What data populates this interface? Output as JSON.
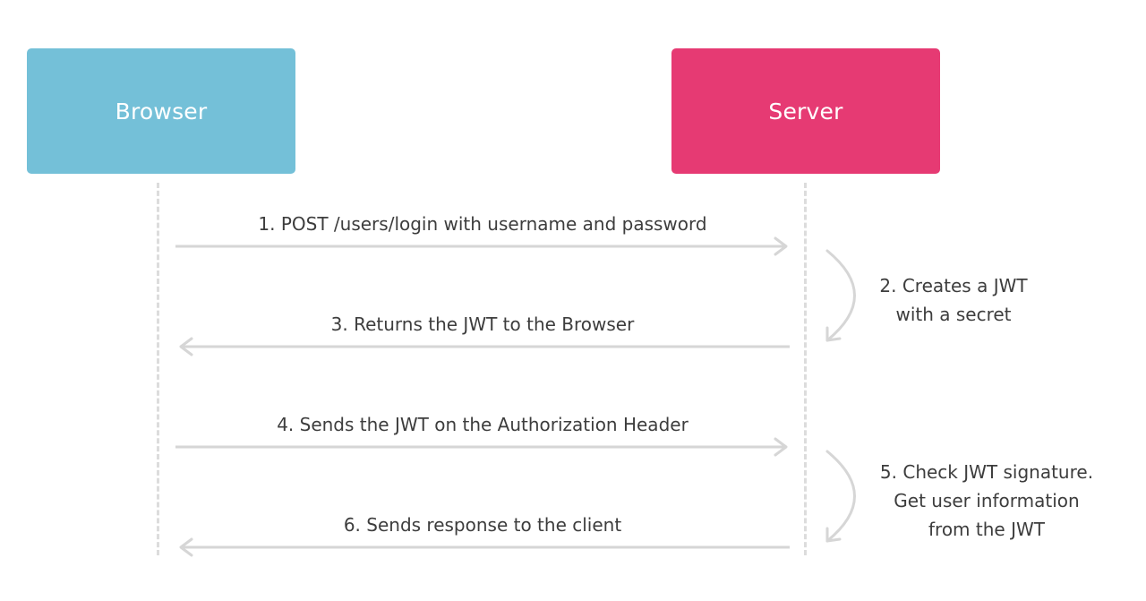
{
  "actors": {
    "browser": {
      "label": "Browser",
      "color": "#74c0d8"
    },
    "server": {
      "label": "Server",
      "color": "#e63a73"
    }
  },
  "messages": [
    {
      "label": "1. POST /users/login with username and password",
      "from": "browser",
      "to": "server"
    },
    {
      "label": "3. Returns the JWT to the Browser",
      "from": "server",
      "to": "browser"
    },
    {
      "label": "4. Sends the JWT on the Authorization Header",
      "from": "browser",
      "to": "server"
    },
    {
      "label": "6. Sends response to the client",
      "from": "server",
      "to": "browser"
    }
  ],
  "notes": [
    {
      "lines": [
        "2. Creates a JWT",
        "with a secret"
      ]
    },
    {
      "lines": [
        "5. Check JWT signature.",
        "Get user information",
        "from the JWT"
      ]
    }
  ],
  "colors": {
    "arrow": "#d6d6d6",
    "lifeline": "#dcdcdc",
    "text": "#3d3d3d"
  }
}
